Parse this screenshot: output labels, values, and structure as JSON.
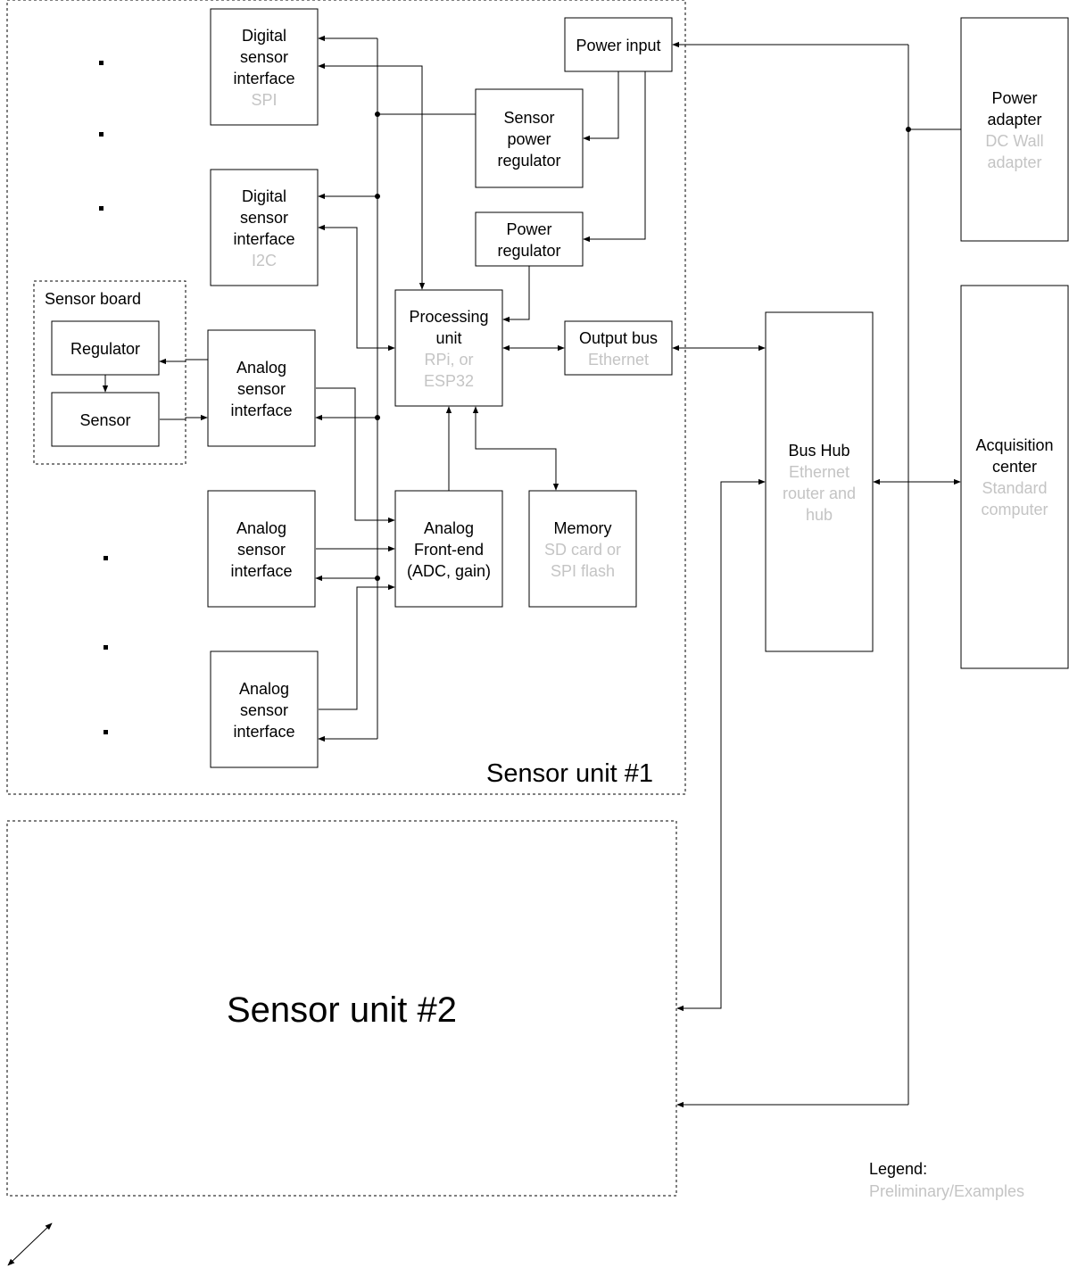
{
  "groups": {
    "sensor_unit_1": "Sensor unit #1",
    "sensor_unit_2": "Sensor unit #2",
    "sensor_board": "Sensor board"
  },
  "blocks": {
    "digital_spi": {
      "line1": "Digital",
      "line2": "sensor",
      "line3": "interface",
      "sub": "SPI"
    },
    "digital_i2c": {
      "line1": "Digital",
      "line2": "sensor",
      "line3": "interface",
      "sub": "I2C"
    },
    "regulator": {
      "label": "Regulator"
    },
    "sensor": {
      "label": "Sensor"
    },
    "analog_1": {
      "line1": "Analog",
      "line2": "sensor",
      "line3": "interface"
    },
    "analog_2": {
      "line1": "Analog",
      "line2": "sensor",
      "line3": "interface"
    },
    "analog_3": {
      "line1": "Analog",
      "line2": "sensor",
      "line3": "interface"
    },
    "power_input": {
      "label": "Power input"
    },
    "sensor_power_regulator": {
      "line1": "Sensor",
      "line2": "power",
      "line3": "regulator"
    },
    "power_regulator": {
      "line1": "Power",
      "line2": "regulator"
    },
    "processing_unit": {
      "line1": "Processing",
      "line2": "unit",
      "sub1": "RPi, or",
      "sub2": "ESP32"
    },
    "output_bus": {
      "label": "Output bus",
      "sub": "Ethernet"
    },
    "analog_front_end": {
      "line1": "Analog",
      "line2": "Front-end",
      "line3": "(ADC, gain)"
    },
    "memory": {
      "label": "Memory",
      "sub1": "SD card or",
      "sub2": "SPI flash"
    },
    "bus_hub": {
      "label": "Bus Hub",
      "sub1": "Ethernet",
      "sub2": "router and",
      "sub3": "hub"
    },
    "power_adapter": {
      "line1": "Power",
      "line2": "adapter",
      "sub1": "DC Wall",
      "sub2": "adapter"
    },
    "acquisition_center": {
      "line1": "Acquisition",
      "line2": "center",
      "sub1": "Standard",
      "sub2": "computer"
    }
  },
  "legend": {
    "title": "Legend:",
    "preliminary": "Preliminary/Examples"
  },
  "colors": {
    "line": "#000000",
    "preliminary_text": "#c4c4c4",
    "background": "#ffffff"
  }
}
